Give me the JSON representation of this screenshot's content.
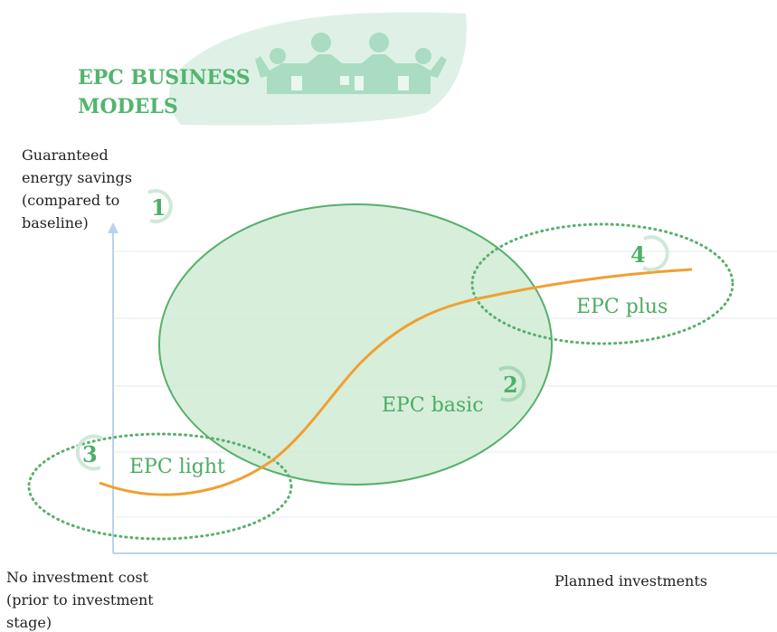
{
  "title": {
    "line1": "EPC BUSINESS",
    "line2": "MODELS"
  },
  "y_axis": {
    "label_lines": [
      "Guaranteed",
      "energy savings",
      "(compared to",
      "baseline)"
    ]
  },
  "x_axis": {
    "origin_label_lines": [
      "No investment cost",
      "(prior to investment",
      "stage)"
    ],
    "end_label": "Planned investments"
  },
  "models": [
    {
      "number": "1",
      "name": ""
    },
    {
      "number": "2",
      "name": "EPC basic"
    },
    {
      "number": "3",
      "name": "EPC light"
    },
    {
      "number": "4",
      "name": "EPC plus"
    }
  ],
  "icons": {
    "logo": "houses-people-icon"
  },
  "colors": {
    "green": "#4caf68",
    "light_green": "#d8eee2",
    "ellipse_fill": "#c9e8cf",
    "curve": "#f0a030",
    "axis": "#b9d3ec"
  }
}
